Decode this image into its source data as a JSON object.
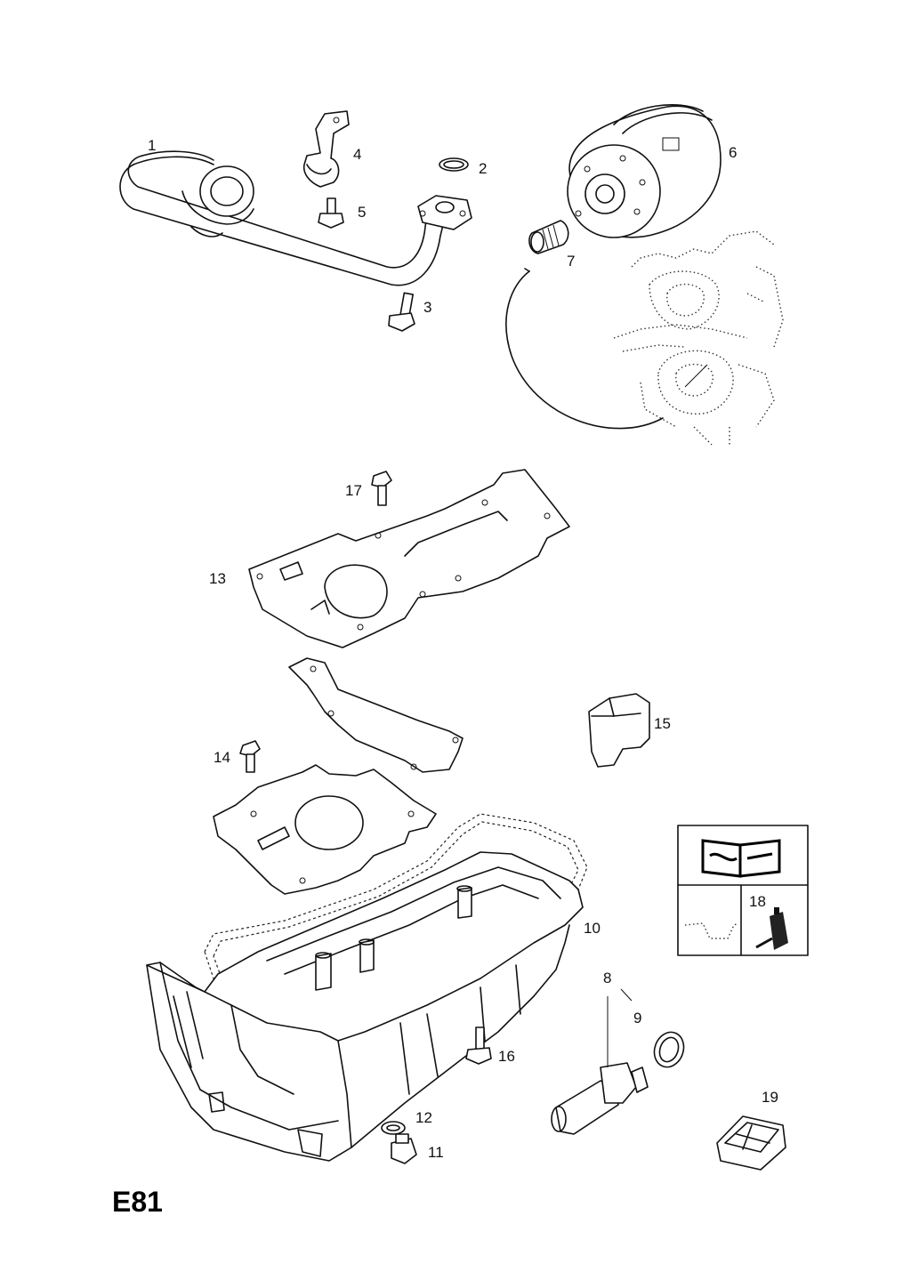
{
  "page_code": "E81",
  "callouts": {
    "c1": "1",
    "c2": "2",
    "c3": "3",
    "c4": "4",
    "c5": "5",
    "c6": "6",
    "c7": "7",
    "c8": "8",
    "c9": "9",
    "c10": "10",
    "c11": "11",
    "c12": "12",
    "c13": "13",
    "c14": "14",
    "c15": "15",
    "c16": "16",
    "c17": "17",
    "c18": "18",
    "c19": "19"
  },
  "legend_box": {
    "top_icon": "open-book-wrench-icon",
    "bottom_left_icon": "oil-pan-outline-icon",
    "bottom_right_icon": "tube-nozzle-icon"
  }
}
